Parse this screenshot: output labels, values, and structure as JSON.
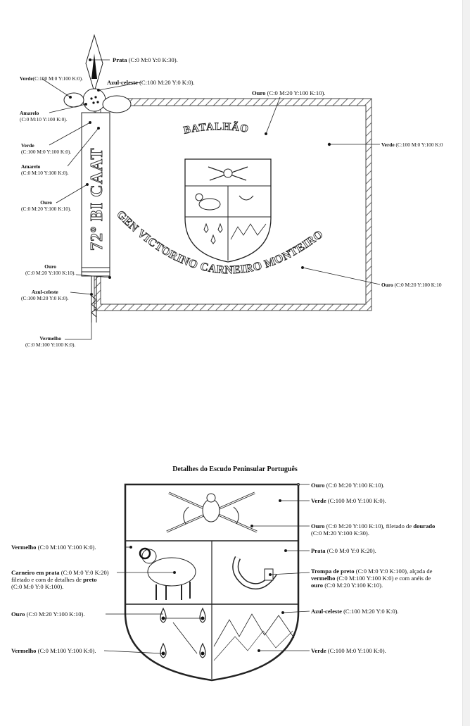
{
  "flag": {
    "callouts": [
      {
        "id": "prata-top",
        "name": "Prata",
        "spec": "(C:0 M:0 Y:0 K:30)."
      },
      {
        "id": "azul-top",
        "name": "Azul-celeste",
        "spec": "(C:100 M:20 Y:0 K:0)."
      },
      {
        "id": "verde-left1",
        "name": "Verde",
        "spec": "(C:100 M:0 Y:100 K:0)."
      },
      {
        "id": "amarelo-1",
        "name": "Amarelo",
        "spec": "(C:0 M:10 Y:100 K:0)."
      },
      {
        "id": "verde-left2",
        "name": "Verde",
        "spec": "(C:100 M:0 Y:100 K:0)."
      },
      {
        "id": "amarelo-2",
        "name": "Amarelo",
        "spec": "(C:0 M:10 Y:100 K:0)."
      },
      {
        "id": "ouro-left1",
        "name": "Ouro",
        "spec": "(C:0 M:20 Y:100 K:10)."
      },
      {
        "id": "ouro-top",
        "name": "Ouro",
        "spec": "(C:0 M:20 Y:100 K:10)."
      },
      {
        "id": "verde-right",
        "name": "Verde",
        "spec": "(C:100 M:0 Y:100 K:0"
      },
      {
        "id": "ouro-right",
        "name": "Ouro",
        "spec": "(C:0 M:20 Y:100 K:10"
      },
      {
        "id": "ouro-left2",
        "name": "Ouro",
        "spec": "(C:0 M:20 Y:100 K:10)."
      },
      {
        "id": "azul-bottom",
        "name": "Azul-celeste",
        "spec": "(C:100 M:20 Y:0 K:0)."
      },
      {
        "id": "vermelho-bottom",
        "name": "Vermelho",
        "spec": "(C:0 M:100 Y:100 K:0)."
      }
    ],
    "arc_text_top": "BATALHÃO",
    "arc_text_bottom": "GEN VICTORINO CARNEIRO MONTEIRO",
    "hoist_text": "72º BI CAAT"
  },
  "shield": {
    "title": "Detalhes do Escudo Peninsular Português",
    "callouts": [
      {
        "id": "s-ouro-top",
        "name": "Ouro",
        "spec": "(C:0 M:20 Y:100 K:10)."
      },
      {
        "id": "s-verde-chief",
        "name": "Verde",
        "spec": "(C:100 M:0 Y:100 K:0)."
      },
      {
        "id": "s-ouro-arms",
        "name": "Ouro",
        "spec": "(C:0 M:20 Y:100 K:10), filetado de",
        "extra_bold": "dourado",
        "line2": "(C:0 M:20 Y:100 K:30)."
      },
      {
        "id": "s-vermelho-left",
        "name": "Vermelho",
        "spec": "(C:0 M:100 Y:100 K:0)."
      },
      {
        "id": "s-prata",
        "name": "Prata",
        "spec": "(C:0 M:0 Y:0 K:20)."
      },
      {
        "id": "s-carneiro",
        "name": "Carneiro em prata",
        "spec": "(C:0 M:0 Y:0 K:20)",
        "line2a": "filetado e com de detalhes de",
        "line2b": "preto",
        "line3": "(C:0 M:0 Y:0 K:100)."
      },
      {
        "id": "s-trompa",
        "name": "Trompa de preto",
        "spec": "(C:0 M:0 Y:0 K:100), alçada de",
        "line2a": "vermelho",
        "line2b": "(C:0 M:100 Y:100 K:0) e com anéis de",
        "line3a": "ouro",
        "line3b": "(C:0 M:20 Y:100 K:10)."
      },
      {
        "id": "s-ouro-left",
        "name": "Ouro",
        "spec": "(C:0 M:20 Y:100 K:10)."
      },
      {
        "id": "s-azul",
        "name": "Azul-celeste",
        "spec": "(C:100 M:20 Y:0 K:0)."
      },
      {
        "id": "s-vermelho-bottom",
        "name": "Vermelho",
        "spec": "(C:0 M:100 Y:100 K:0)."
      },
      {
        "id": "s-verde-bottom",
        "name": "Verde",
        "spec": "(C:100 M:0 Y:100 K:0)."
      }
    ]
  },
  "colors": {
    "line": "#1a1a1a",
    "border_rope": "#555555",
    "background": "#ffffff"
  }
}
